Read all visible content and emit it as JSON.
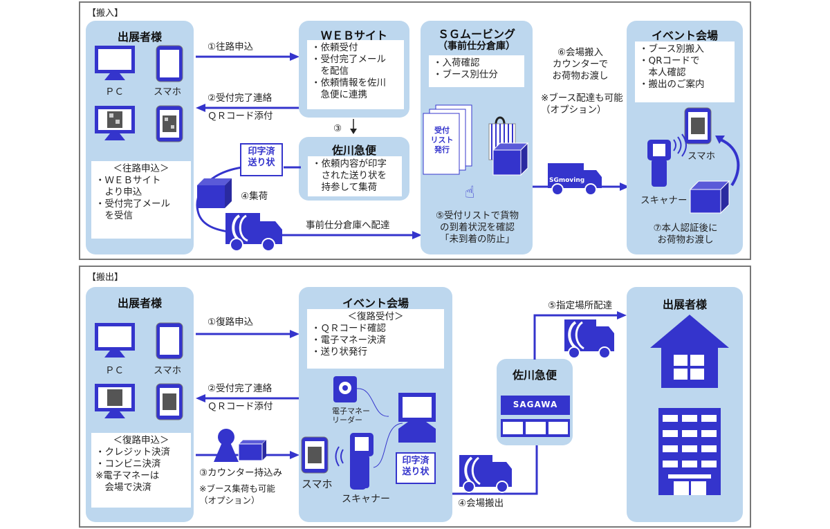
{
  "colors": {
    "accent": "#3434cc",
    "panel": "#bdd7ee",
    "border": "#777777"
  },
  "inbound": {
    "section_title": "【搬入】",
    "exhibitor": {
      "title": "出展者様",
      "pc_label": "ＰＣ",
      "phone_label": "スマホ",
      "info": [
        "＜往路申込＞",
        "・ＷＥＢサイト",
        "　より申込",
        "・受付完了メール",
        "　を受信"
      ]
    },
    "step1": "①往路申込",
    "step2_line1": "②受付完了連絡",
    "step2_line2": "ＱＲコード添付",
    "web": {
      "title": "ＷＥＢサイト",
      "items": [
        "・依頼受付",
        "・受付完了メール",
        "　を配信",
        "・依頼情報を佐川",
        "　急便に連携"
      ]
    },
    "step3": "③",
    "sagawa": {
      "title": "佐川急便",
      "items": [
        "・依頼内容が印字",
        "　された送り状を",
        "　持参して集荷"
      ]
    },
    "printed_label": [
      "印字済",
      "送り状"
    ],
    "step4": "④集荷",
    "deliver_to_warehouse": "事前仕分倉庫へ配達",
    "sg": {
      "title": "ＳＧムービング",
      "subtitle": "（事前仕分倉庫）",
      "items": [
        "・入荷確認",
        "・ブース別仕分"
      ],
      "list_doc": [
        "受付",
        "リスト",
        "発行"
      ],
      "step5": [
        "⑤受付リストで貨物",
        "の到着状況を確認",
        "「未到着の防止」"
      ]
    },
    "step6": [
      "⑥会場搬入",
      "カウンターで",
      "お荷物お渡し"
    ],
    "booth_note": [
      "※ブース配達も可能",
      "（オプション）"
    ],
    "truck_text": "SGmoving",
    "venue": {
      "title": "イベント会場",
      "items": [
        "・ブース別搬入",
        "・QRコードで",
        "　本人確認",
        "・搬出のご案内"
      ],
      "phone_label": "スマホ",
      "scanner_label": "スキャナー",
      "step7": [
        "⑦本人認証後に",
        "お荷物お渡し"
      ]
    }
  },
  "outbound": {
    "section_title": "【搬出】",
    "exhibitor": {
      "title": "出展者様",
      "pc_label": "ＰＣ",
      "phone_label": "スマホ",
      "info": [
        "＜復路申込＞",
        "・クレジット決済",
        "・コンビニ決済",
        "※電子マネーは",
        "　会場で決済"
      ]
    },
    "step1": "①復路申込",
    "step2_line1": "②受付完了連絡",
    "step2_line2": "ＱＲコード添付",
    "step3": "③カウンター持込み",
    "booth_note": [
      "※ブース集荷も可能",
      "（オプション）"
    ],
    "venue": {
      "title": "イベント会場",
      "items": [
        "＜復路受付＞",
        "・ＱＲコード確認",
        "・電子マネー決済",
        "・送り状発行"
      ],
      "reader_label": [
        "電子マネー",
        "リーダー"
      ],
      "phone_label": "スマホ",
      "scanner_label": "スキャナー",
      "printed_label": [
        "印字済",
        "送り状"
      ]
    },
    "step4": "④会場搬出",
    "sagawa": {
      "title": "佐川急便",
      "sign": "SAGAWA"
    },
    "step5": "⑤指定場所配達",
    "destination": {
      "title": "出展者様"
    }
  }
}
